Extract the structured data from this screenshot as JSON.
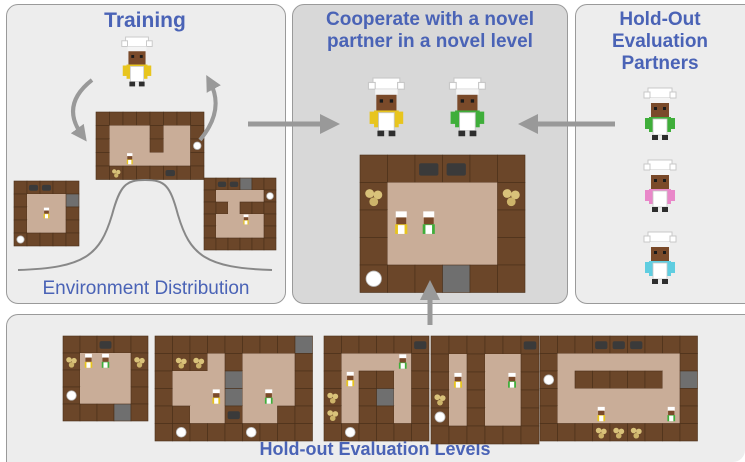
{
  "training": {
    "title": "Training",
    "distribution_label": "Environment Distribution"
  },
  "cooperate": {
    "title_line1": "Cooperate with a novel",
    "title_line2": "partner in a novel level"
  },
  "holdout_partners": {
    "title_line1": "Hold-Out",
    "title_line2": "Evaluation",
    "title_line3": "Partners"
  },
  "holdout_levels": {
    "title": "Hold-out Evaluation Levels"
  },
  "colors": {
    "title_blue": "#4a63b6",
    "panel_gray": "#ececec",
    "panel_dark": "#d7d7d7",
    "arrow_gray": "#999999",
    "counter": "#6b4629",
    "floor": "#c9ad98",
    "serve": "#6f6f6f",
    "chef_yellow": "#e8c51e",
    "chef_green": "#3fae3a",
    "chef_pink": "#e987c9",
    "chef_cyan": "#5fcde0"
  }
}
